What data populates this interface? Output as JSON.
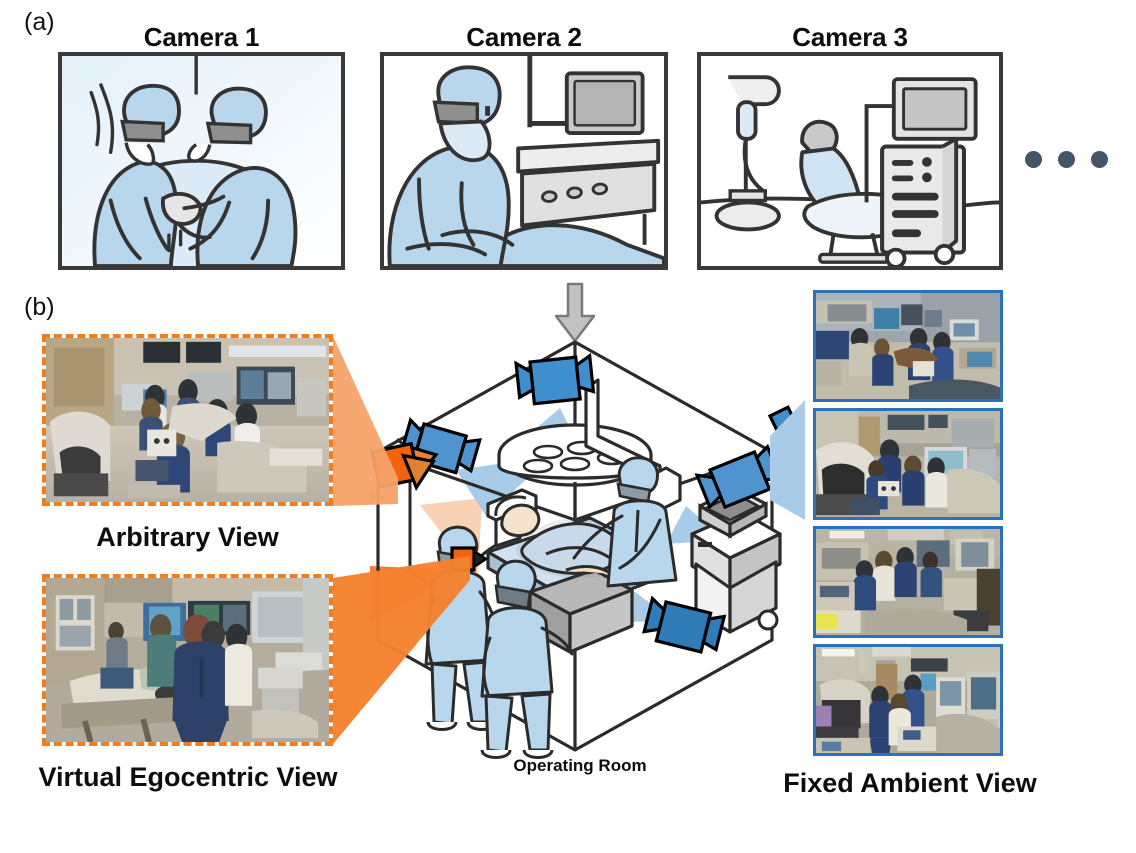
{
  "figure": {
    "subfigure_a_tag": "(a)",
    "subfigure_b_tag": "(b)",
    "ellipsis": "• • •"
  },
  "panel_a": {
    "cameras": [
      {
        "label": "Camera 1",
        "scene": "two-surgeons-operating"
      },
      {
        "label": "Camera 2",
        "scene": "surgeon-with-monitor-cart"
      },
      {
        "label": "Camera 3",
        "scene": "empty-or-equipment"
      }
    ]
  },
  "panel_b": {
    "arbitrary_view": {
      "label": "Arbitrary View",
      "border_color": "#ef7d22",
      "border_style": "dashed",
      "photo": "or-wide-angle-team-equipment"
    },
    "virtual_egocentric_view": {
      "label": "Virtual Egocentric View",
      "border_color": "#ef7d22",
      "border_style": "dashed",
      "photo": "or-egocentric-bedside-team"
    },
    "fixed_ambient_view": {
      "label": "Fixed Ambient View",
      "border_color": "#2b72b8",
      "border_style": "solid",
      "photos": [
        "ambient-cam-top-right-overview",
        "ambient-cam-c-arm-left",
        "ambient-cam-ceiling-boom",
        "ambient-cam-equipment-row"
      ]
    },
    "operating_room": {
      "label": "Operating Room",
      "camera_count_blue": 5,
      "camera_count_orange": 2,
      "blue_camera_color": "#3f8ecd",
      "orange_camera_color": "#f4630c",
      "frustum_blue_color": "#a8cce8",
      "frustum_orange_color": "#f7923e"
    }
  },
  "colors": {
    "ink": "#333333",
    "scrub_blue": "#b9d7ec",
    "equipment_gray": "#d4d4d4",
    "dot_navy": "#44546a",
    "arrow_gray": "#c0c0c0",
    "photo_blue_border": "#2b72b8",
    "photo_orange_border": "#ef7d22"
  }
}
